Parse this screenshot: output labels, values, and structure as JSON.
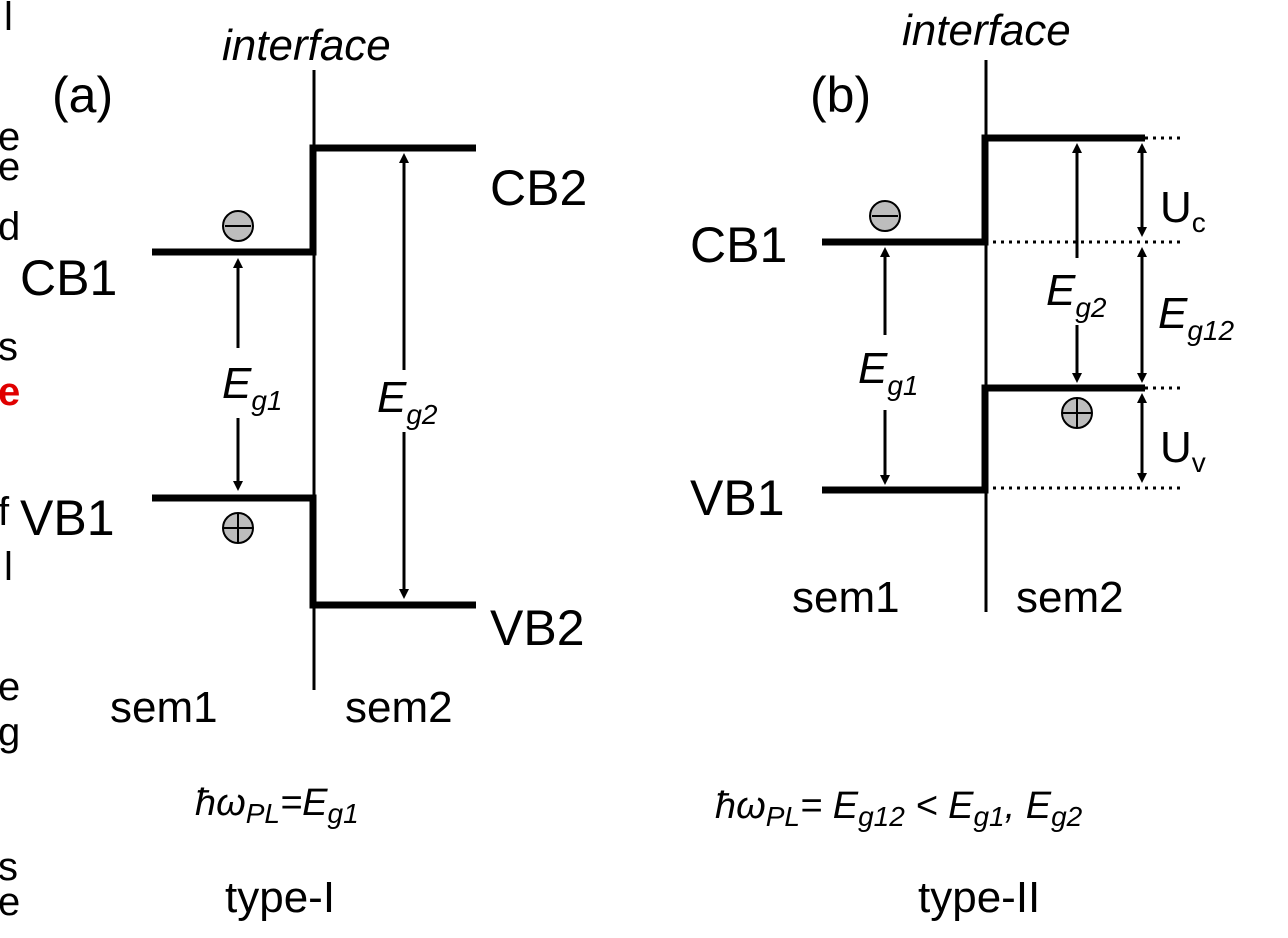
{
  "edge_text": {
    "left": [
      "l",
      "e",
      "e",
      "d",
      "s",
      "e",
      "f",
      "l",
      "e",
      "g",
      "s",
      "e"
    ],
    "left_colors": [
      "#000000",
      "#000000",
      "#000000",
      "#000000",
      "#000000",
      "#e00000",
      "#000000",
      "#000000",
      "#000000",
      "#000000",
      "#000000",
      "#000000"
    ]
  },
  "panel_a": {
    "tag": "(a)",
    "interface": "interface",
    "cb1": "CB1",
    "cb2": "CB2",
    "vb1": "VB1",
    "vb2": "VB2",
    "eg1": {
      "base": "E",
      "sub": "g1"
    },
    "eg2": {
      "base": "E",
      "sub": "g2"
    },
    "sem1": "sem1",
    "sem2": "sem2",
    "formula": {
      "lhs": "ħω",
      "lhs_sub": "PL",
      "eq": "=E",
      "rhs_sub": "g1"
    },
    "type": "type-I",
    "electron_icon": "electron-minus-icon",
    "hole_icon": "hole-plus-icon"
  },
  "panel_b": {
    "tag": "(b)",
    "interface": "interface",
    "cb1": "CB1",
    "vb1": "VB1",
    "eg1": {
      "base": "E",
      "sub": "g1"
    },
    "eg2": {
      "base": "E",
      "sub": "g2"
    },
    "eg12": {
      "base": "E",
      "sub": "g12"
    },
    "uc": {
      "base": "U",
      "sub": "c"
    },
    "uv": {
      "base": "U",
      "sub": "v"
    },
    "sem1": "sem1",
    "sem2": "sem2",
    "formula": {
      "lhs": "ħω",
      "lhs_sub": "PL",
      "mid": "= E",
      "mid_sub": "g12",
      "lt": " < E",
      "lt_sub": "g1",
      "comma": ", E",
      "end_sub": "g2"
    },
    "type": "type-II",
    "electron_icon": "electron-minus-icon",
    "hole_icon": "hole-plus-icon"
  },
  "colors": {
    "line": "#000000",
    "particle_fill": "#bdbdbd",
    "accent": "#e00000"
  }
}
